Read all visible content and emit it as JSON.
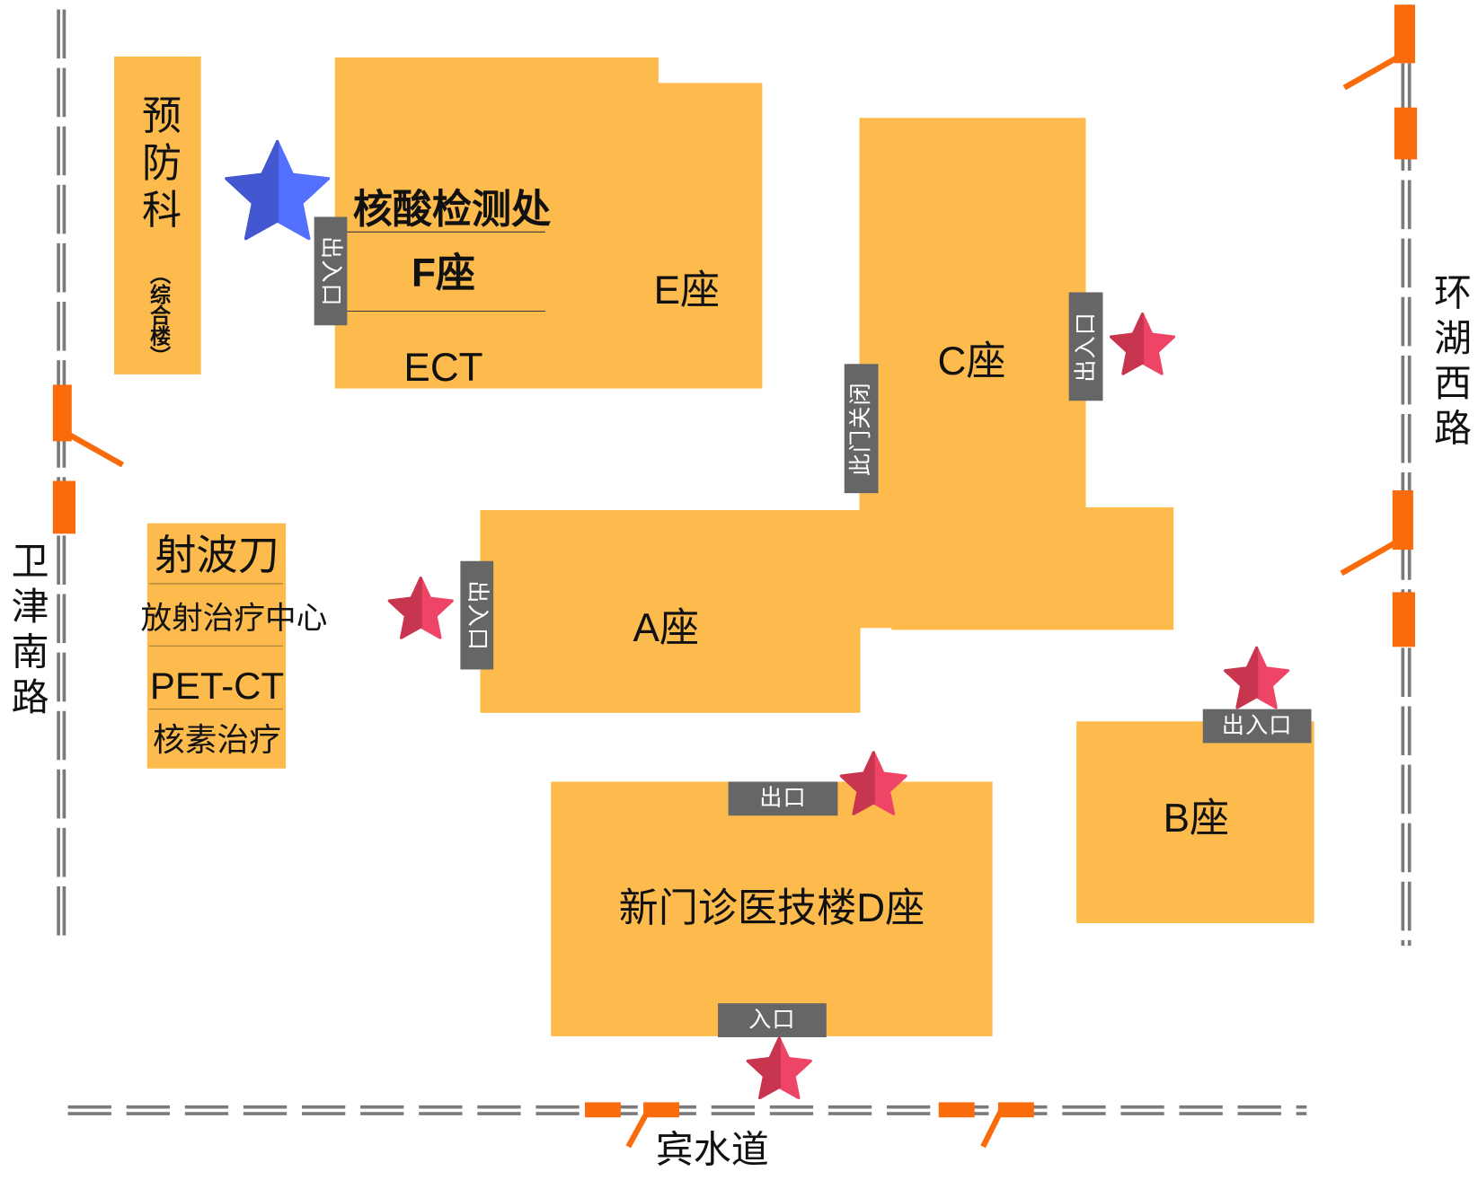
{
  "map": {
    "roads": {
      "west": "卫津南路",
      "east": "环湖西路",
      "south": "宾水道"
    },
    "buildings": {
      "prevention": {
        "name": "预防科",
        "subtitle": "（综合楼）"
      },
      "f_e": {
        "nucleic_test": "核酸检测处",
        "f_label": "F座",
        "e_label": "E座",
        "ect": "ECT",
        "entrance": "出入口"
      },
      "c": {
        "label": "C座",
        "entrance": "出入口",
        "closed_door": "此门关闭"
      },
      "a": {
        "label": "A座",
        "entrance": "出入口"
      },
      "b": {
        "label": "B座",
        "entrance": "出入口"
      },
      "d": {
        "label": "新门诊医技楼D座",
        "exit": "出口",
        "entrance": "入口"
      },
      "radiotherapy": {
        "cyberknife": "射波刀",
        "center": "放射治疗中心",
        "pet_ct": "PET-CT",
        "nuclide_therapy": "核素治疗"
      }
    },
    "icons": {
      "nucleic_test_marker": "blue-star-icon",
      "entrance_marker": "red-star-icon",
      "road_gate": "gate-icon"
    },
    "colors": {
      "building": "#FDBB4D",
      "label_bg": "#666666",
      "gate": "#FA6B0B",
      "road": "#7A7A7A",
      "text": "#111111",
      "star_red": "#EE4466",
      "star_red_dark": "#C8354F",
      "star_blue": "#5470FF",
      "star_blue_dark": "#4257D0"
    }
  }
}
